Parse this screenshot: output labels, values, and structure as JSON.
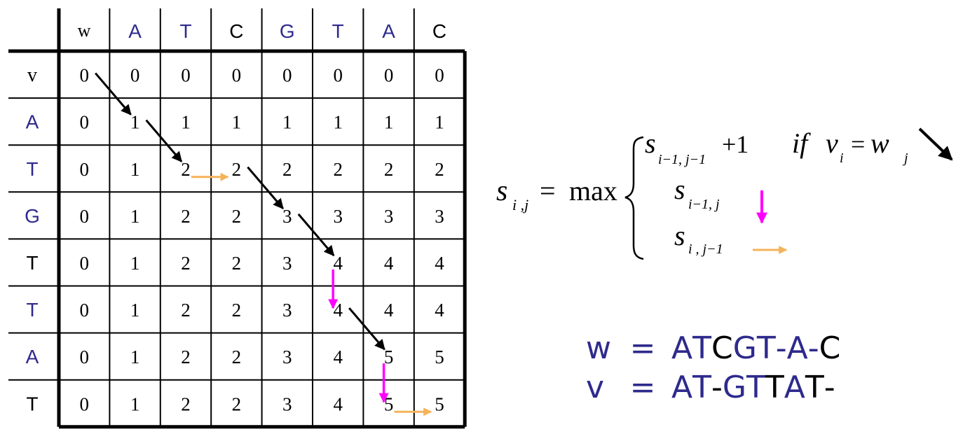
{
  "colors": {
    "match": "#2e2a8c",
    "black": "#000000",
    "diag_arrow": "#000000",
    "down_arrow": "#ff00ff",
    "right_arrow": "#f5b35a",
    "grid": "#000000"
  },
  "grid": {
    "corner_w": "w",
    "corner_v": "v",
    "w_letters": [
      {
        "ch": "A",
        "color": "#2e2a8c"
      },
      {
        "ch": "T",
        "color": "#2e2a8c"
      },
      {
        "ch": "C",
        "color": "#000000"
      },
      {
        "ch": "G",
        "color": "#2e2a8c"
      },
      {
        "ch": "T",
        "color": "#2e2a8c"
      },
      {
        "ch": "A",
        "color": "#2e2a8c"
      },
      {
        "ch": "C",
        "color": "#000000"
      }
    ],
    "v_letters": [
      {
        "ch": "A",
        "color": "#2e2a8c"
      },
      {
        "ch": "T",
        "color": "#2e2a8c"
      },
      {
        "ch": "G",
        "color": "#2e2a8c"
      },
      {
        "ch": "T",
        "color": "#000000"
      },
      {
        "ch": "T",
        "color": "#2e2a8c"
      },
      {
        "ch": "A",
        "color": "#2e2a8c"
      },
      {
        "ch": "T",
        "color": "#000000"
      }
    ],
    "values": [
      [
        0,
        0,
        0,
        0,
        0,
        0,
        0,
        0
      ],
      [
        0,
        1,
        1,
        1,
        1,
        1,
        1,
        1
      ],
      [
        0,
        1,
        2,
        2,
        2,
        2,
        2,
        2
      ],
      [
        0,
        1,
        2,
        2,
        3,
        3,
        3,
        3
      ],
      [
        0,
        1,
        2,
        2,
        3,
        4,
        4,
        4
      ],
      [
        0,
        1,
        2,
        2,
        3,
        4,
        4,
        4
      ],
      [
        0,
        1,
        2,
        2,
        3,
        4,
        5,
        5
      ],
      [
        0,
        1,
        2,
        2,
        3,
        4,
        5,
        5
      ]
    ],
    "path": [
      {
        "type": "diag",
        "from": [
          0,
          0
        ],
        "to": [
          1,
          1
        ]
      },
      {
        "type": "diag",
        "from": [
          1,
          1
        ],
        "to": [
          2,
          2
        ]
      },
      {
        "type": "right",
        "from": [
          2,
          2
        ],
        "to": [
          2,
          3
        ]
      },
      {
        "type": "diag",
        "from": [
          2,
          3
        ],
        "to": [
          3,
          4
        ]
      },
      {
        "type": "diag",
        "from": [
          3,
          4
        ],
        "to": [
          4,
          5
        ]
      },
      {
        "type": "down",
        "from": [
          4,
          5
        ],
        "to": [
          5,
          5
        ]
      },
      {
        "type": "diag",
        "from": [
          5,
          5
        ],
        "to": [
          6,
          6
        ]
      },
      {
        "type": "down",
        "from": [
          6,
          6
        ],
        "to": [
          7,
          6
        ]
      },
      {
        "type": "right",
        "from": [
          7,
          6
        ],
        "to": [
          7,
          7
        ]
      }
    ]
  },
  "formula": {
    "lhs_s": "s",
    "lhs_sub": "i ,j",
    "equals": "=",
    "max": "max",
    "case1_s": "s",
    "case1_sub": "i−1, j−1",
    "case1_plus": "+1",
    "case1_if": "if",
    "case1_v": "v",
    "case1_v_sub": "i",
    "case1_eq": "=",
    "case1_w": "w",
    "case1_w_sub": "j",
    "case2_s": "s",
    "case2_sub": "i−1, j",
    "case3_s": "s",
    "case3_sub": "i , j−1"
  },
  "alignment": {
    "w_label": "w",
    "v_label": "v",
    "eq": "=",
    "w_chars": [
      {
        "ch": "A",
        "color": "#2e2a8c"
      },
      {
        "ch": "T",
        "color": "#2e2a8c"
      },
      {
        "ch": "C",
        "color": "#000000"
      },
      {
        "ch": "G",
        "color": "#2e2a8c"
      },
      {
        "ch": "T",
        "color": "#2e2a8c"
      },
      {
        "ch": "-",
        "color": "#2e2a8c"
      },
      {
        "ch": "A",
        "color": "#2e2a8c"
      },
      {
        "ch": "-",
        "color": "#2e2a8c"
      },
      {
        "ch": "C",
        "color": "#000000"
      }
    ],
    "v_chars": [
      {
        "ch": "A",
        "color": "#2e2a8c"
      },
      {
        "ch": "T",
        "color": "#2e2a8c"
      },
      {
        "ch": "-",
        "color": "#000000"
      },
      {
        "ch": "G",
        "color": "#2e2a8c"
      },
      {
        "ch": "T",
        "color": "#2e2a8c"
      },
      {
        "ch": "T",
        "color": "#000000"
      },
      {
        "ch": "A",
        "color": "#2e2a8c"
      },
      {
        "ch": "T",
        "color": "#000000"
      },
      {
        "ch": "-",
        "color": "#000000"
      }
    ]
  }
}
